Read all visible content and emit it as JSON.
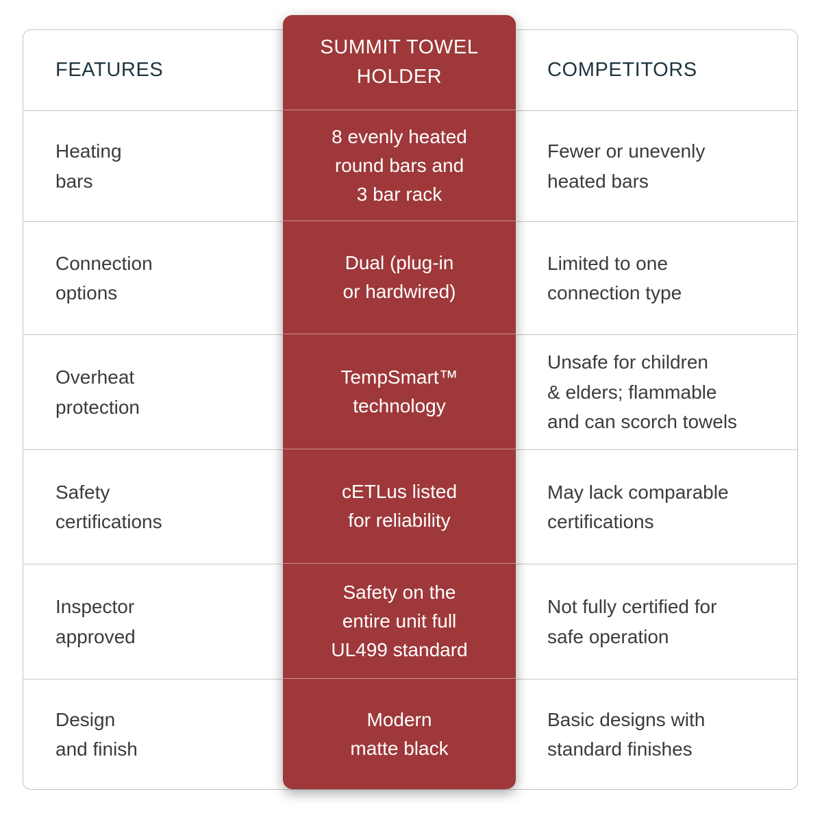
{
  "header": {
    "features": "FEATURES",
    "product": "SUMMIT TOWEL\nHOLDER",
    "competitors": "COMPETITORS"
  },
  "rows": [
    {
      "feature": "Heating\nbars",
      "product": "8 evenly heated\nround bars and\n3 bar rack",
      "competitor": "Fewer or unevenly\nheated bars"
    },
    {
      "feature": "Connection\noptions",
      "product": "Dual (plug-in\nor hardwired)",
      "competitor": "Limited to one\nconnection type"
    },
    {
      "feature": "Overheat\nprotection",
      "product": "TempSmart™\ntechnology",
      "competitor": "Unsafe for children\n& elders; flammable\nand can scorch towels"
    },
    {
      "feature": "Safety\ncertifications",
      "product": "cETLus listed\nfor reliability",
      "competitor": "May lack comparable\ncertifications"
    },
    {
      "feature": "Inspector\napproved",
      "product": "Safety on the\nentire unit full\nUL499 standard",
      "competitor": "Not fully certified for\nsafe operation"
    },
    {
      "feature": "Design\nand finish",
      "product": "Modern\nmatte black",
      "competitor": "Basic designs with\nstandard finishes"
    }
  ],
  "colors": {
    "accent_red": "#9e383a",
    "header_text": "#1d333e",
    "body_text": "#3b3b3b",
    "border": "#c6c6c6",
    "product_text": "#ffffff"
  },
  "chart_data": {
    "type": "table",
    "title": "Summit Towel Holder vs Competitors comparison",
    "columns": [
      "FEATURES",
      "SUMMIT TOWEL HOLDER",
      "COMPETITORS"
    ],
    "rows": [
      [
        "Heating bars",
        "8 evenly heated round bars and 3 bar rack",
        "Fewer or unevenly heated bars"
      ],
      [
        "Connection options",
        "Dual (plug-in or hardwired)",
        "Limited to one connection type"
      ],
      [
        "Overheat protection",
        "TempSmart™ technology",
        "Unsafe for children & elders; flammable and can scorch towels"
      ],
      [
        "Safety certifications",
        "cETLus listed for reliability",
        "May lack comparable certifications"
      ],
      [
        "Inspector approved",
        "Safety on the entire unit full UL499 standard",
        "Not fully certified for safe operation"
      ],
      [
        "Design and finish",
        "Modern matte black",
        "Basic designs with standard finishes"
      ]
    ],
    "layout": {
      "highlighted_column": "SUMMIT TOWEL HOLDER",
      "highlight_color": "#9e383a",
      "grid": true
    }
  }
}
